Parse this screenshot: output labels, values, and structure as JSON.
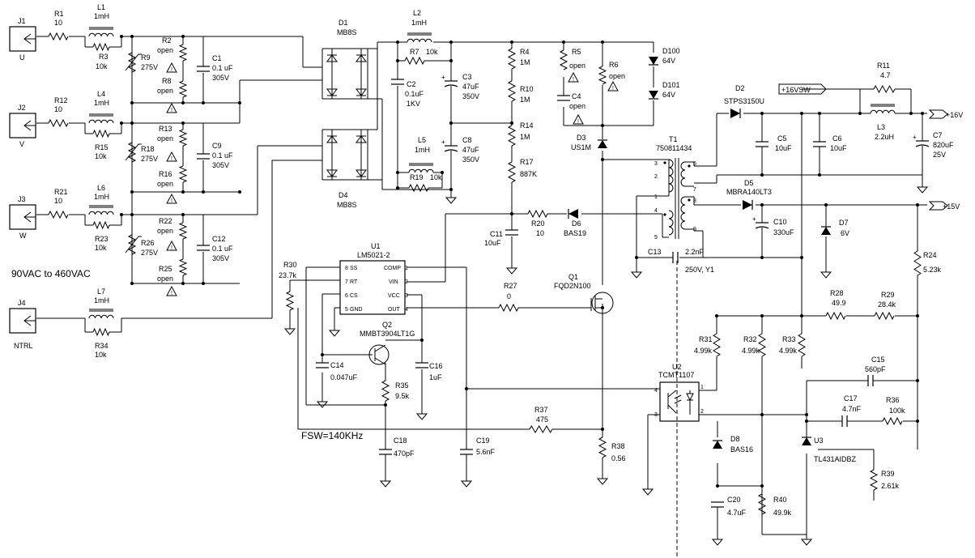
{
  "connectors": {
    "J1": {
      "ref": "J1",
      "pin": "U"
    },
    "J2": {
      "ref": "J2",
      "pin": "V"
    },
    "J3": {
      "ref": "J3",
      "pin": "W"
    },
    "J4": {
      "ref": "J4",
      "pin": "NTRL"
    }
  },
  "input_note": "90VAC to 460VAC",
  "fsw_note": "FSW=140KHz",
  "outputs": {
    "vout_16": "+16V",
    "vout_15": "+15V",
    "net_label": "+16VSW"
  },
  "parts": {
    "R1": {
      "ref": "R1",
      "val": "10"
    },
    "R12": {
      "ref": "R12",
      "val": "10"
    },
    "R21": {
      "ref": "R21",
      "val": "10"
    },
    "L1": {
      "ref": "L1",
      "val": "1mH"
    },
    "L4": {
      "ref": "L4",
      "val": "1mH"
    },
    "L6": {
      "ref": "L6",
      "val": "1mH"
    },
    "L7": {
      "ref": "L7",
      "val": "1mH"
    },
    "R3": {
      "ref": "R3",
      "val": "10k"
    },
    "R15": {
      "ref": "R15",
      "val": "10k"
    },
    "R23": {
      "ref": "R23",
      "val": "10k"
    },
    "R34": {
      "ref": "R34",
      "val": "10k"
    },
    "R9": {
      "ref": "R9",
      "val": "275V"
    },
    "R18": {
      "ref": "R18",
      "val": "275V"
    },
    "R26": {
      "ref": "R26",
      "val": "275V"
    },
    "R2": {
      "ref": "R2",
      "val": "open"
    },
    "R8": {
      "ref": "R8",
      "val": "open"
    },
    "R13": {
      "ref": "R13",
      "val": "open"
    },
    "R16": {
      "ref": "R16",
      "val": "open"
    },
    "R22": {
      "ref": "R22",
      "val": "open"
    },
    "R25": {
      "ref": "R25",
      "val": "open"
    },
    "C1": {
      "ref": "C1",
      "val": "0.1 uF",
      "v": "305V"
    },
    "C9": {
      "ref": "C9",
      "val": "0.1 uF",
      "v": "305V"
    },
    "C12": {
      "ref": "C12",
      "val": "0.1 uF",
      "v": "305V"
    },
    "D1": {
      "ref": "D1",
      "val": "MB8S"
    },
    "D4": {
      "ref": "D4",
      "val": "MB8S"
    },
    "L2": {
      "ref": "L2",
      "val": "1mH"
    },
    "R7": {
      "ref": "R7",
      "val": "10k"
    },
    "C2": {
      "ref": "C2",
      "val": "0.1uF",
      "v": "1KV"
    },
    "C3": {
      "ref": "C3",
      "val": "47uF",
      "v": "350V"
    },
    "L5": {
      "ref": "L5",
      "val": "1mH"
    },
    "R19": {
      "ref": "R19",
      "val": "10k"
    },
    "C8": {
      "ref": "C8",
      "val": "47uF",
      "v": "350V"
    },
    "R4": {
      "ref": "R4",
      "val": "1M"
    },
    "R10": {
      "ref": "R10",
      "val": "1M"
    },
    "R14": {
      "ref": "R14",
      "val": "1M"
    },
    "R17": {
      "ref": "R17",
      "val": "887K"
    },
    "R5": {
      "ref": "R5",
      "val": "open"
    },
    "C4": {
      "ref": "C4",
      "val": "open"
    },
    "R6": {
      "ref": "R6",
      "val": "open"
    },
    "D100": {
      "ref": "D100",
      "val": "64V"
    },
    "D101": {
      "ref": "D101",
      "val": "64V"
    },
    "D3": {
      "ref": "D3",
      "val": "US1M"
    },
    "T1": {
      "ref": "T1",
      "val": "750811434"
    },
    "D2": {
      "ref": "D2",
      "val": "STPS3150U"
    },
    "C5": {
      "ref": "C5",
      "val": "10uF"
    },
    "C6": {
      "ref": "C6",
      "val": "10uF"
    },
    "R11": {
      "ref": "R11",
      "val": "4.7"
    },
    "L3": {
      "ref": "L3",
      "val": "2.2uH"
    },
    "C7": {
      "ref": "C7",
      "val": "820uF",
      "v": "25V"
    },
    "D5": {
      "ref": "D5",
      "val": "MBRA140LT3"
    },
    "C10": {
      "ref": "C10",
      "val": "330uF"
    },
    "D7": {
      "ref": "D7",
      "val": "6V"
    },
    "R24": {
      "ref": "R24",
      "val": "5.23k"
    },
    "C13": {
      "ref": "C13",
      "val": "2.2nF",
      "v": "250V, Y1"
    },
    "R20": {
      "ref": "R20",
      "val": "10"
    },
    "D6": {
      "ref": "D6",
      "val": "BAS19"
    },
    "C11": {
      "ref": "C11",
      "val": "10uF"
    },
    "U1": {
      "ref": "U1",
      "val": "LM5021-2"
    },
    "R30": {
      "ref": "R30",
      "val": "23.7k"
    },
    "R27": {
      "ref": "R27",
      "val": "0"
    },
    "Q1": {
      "ref": "Q1",
      "val": "FQD2N100"
    },
    "Q2": {
      "ref": "Q2",
      "val": "MMBT3904LT1G"
    },
    "C14": {
      "ref": "C14",
      "val": "0.047uF"
    },
    "R35": {
      "ref": "R35",
      "val": "9.5k"
    },
    "C16": {
      "ref": "C16",
      "val": "1uF"
    },
    "C18": {
      "ref": "C18",
      "val": "470pF"
    },
    "C19": {
      "ref": "C19",
      "val": "5.6nF"
    },
    "R37": {
      "ref": "R37",
      "val": "475"
    },
    "R38": {
      "ref": "R38",
      "val": "0.56"
    },
    "U2": {
      "ref": "U2",
      "val": "TCMT1107"
    },
    "R28": {
      "ref": "R28",
      "val": "49.9"
    },
    "R29": {
      "ref": "R29",
      "val": "28.4k"
    },
    "R31": {
      "ref": "R31",
      "val": "4.99k"
    },
    "R32": {
      "ref": "R32",
      "val": "4.99k"
    },
    "R33": {
      "ref": "R33",
      "val": "4.99k"
    },
    "C15": {
      "ref": "C15",
      "val": "560pF"
    },
    "C17": {
      "ref": "C17",
      "val": "4.7nF"
    },
    "R36": {
      "ref": "R36",
      "val": "100k"
    },
    "U3": {
      "ref": "U3",
      "val": "TL431AIDBZ"
    },
    "D8": {
      "ref": "D8",
      "val": "BAS16"
    },
    "C20": {
      "ref": "C20",
      "val": "4.7uF"
    },
    "R40": {
      "ref": "R40",
      "val": "49.9k"
    },
    "R39": {
      "ref": "R39",
      "val": "2.61k"
    }
  },
  "u1_pins": {
    "ss": "SS",
    "rt": "RT",
    "cs": "CS",
    "gnd": "GND",
    "comp": "COMP",
    "vin": "VIN",
    "vcc": "VCC",
    "out": "OUT"
  },
  "u1_pin_nums": {
    "p1": "1",
    "p2": "2",
    "p3": "3",
    "p4": "4",
    "p5": "5",
    "p6": "6",
    "p7": "7",
    "p8": "8"
  },
  "t1_pins": {
    "p1": "1",
    "p2": "2",
    "p3": "3",
    "p4": "4",
    "p5": "5",
    "p6": "6",
    "p7": "7",
    "p8": "8",
    "p9": "9"
  },
  "u2_pins": {
    "p1": "1",
    "p2": "2",
    "p3": "3",
    "p4": "4"
  }
}
